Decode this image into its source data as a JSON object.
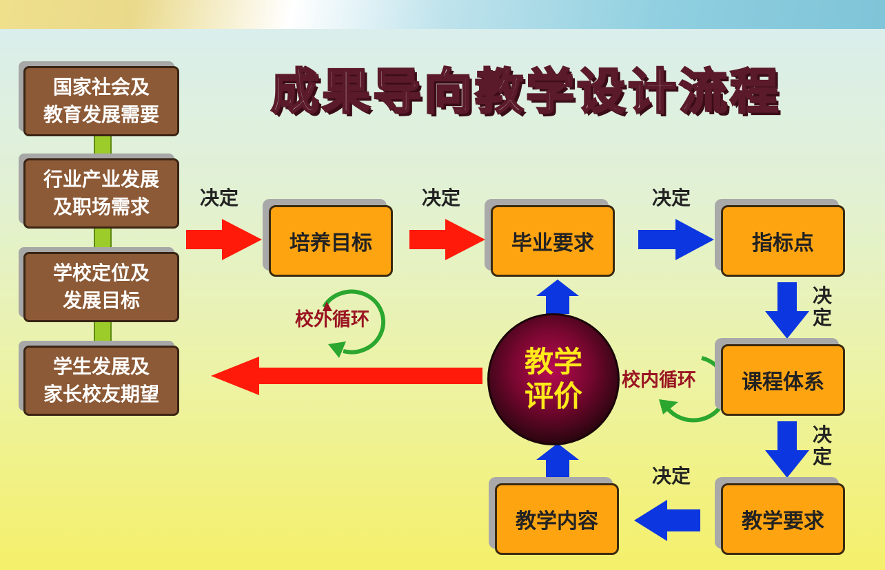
{
  "title": "成果导向教学设计流程",
  "left_boxes": [
    "国家社会及\n教育发展需要",
    "行业产业发展\n及职场需求",
    "学校定位及\n发展目标",
    "学生发展及\n家长校友期望"
  ],
  "nodes": {
    "training_goal": "培养目标",
    "graduation_req": "毕业要求",
    "indicator": "指标点",
    "curriculum": "课程体系",
    "teaching_req": "教学要求",
    "teaching_content": "教学内容",
    "evaluation": "教学\n评价"
  },
  "labels": {
    "decide_1": "决定",
    "decide_2": "决定",
    "decide_3": "决定",
    "decide_4": "决定",
    "decide_5": "决定",
    "decide_6": "决定"
  },
  "loops": {
    "external": "校外循环",
    "internal": "校内循环"
  },
  "colors": {
    "red_arrow": "#ff1a0a",
    "blue_arrow": "#0b36e0",
    "orange_box": "#ffa411",
    "brown_box": "#8c5a36",
    "loop_green": "#2ba62e"
  }
}
